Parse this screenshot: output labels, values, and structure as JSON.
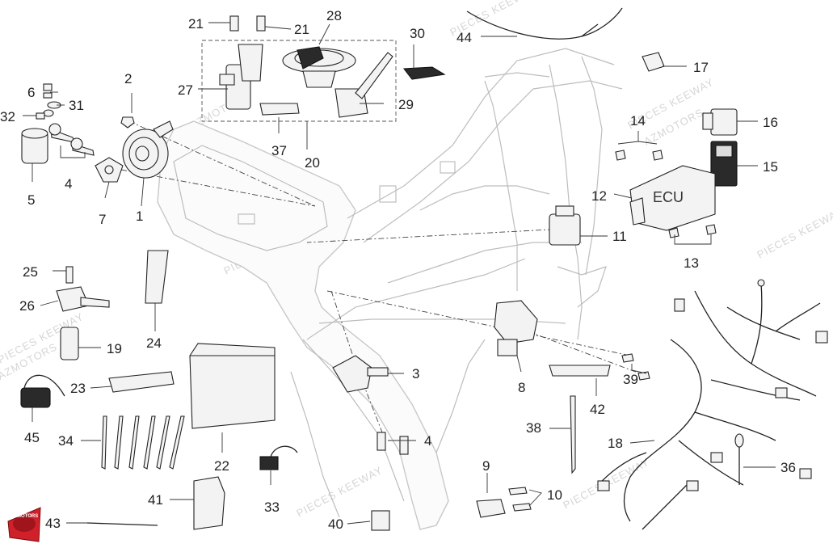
{
  "logo": {
    "text": "AZMOTORS",
    "color": "#d0202a"
  },
  "watermarks": [
    "PIECES KEEWAY",
    "AZMOTORS"
  ],
  "ecu_label": "ECU",
  "callouts": {
    "c1": "1",
    "c2": "2",
    "c3": "3",
    "c4a": "4",
    "c4b": "4",
    "c5": "5",
    "c6": "6",
    "c7": "7",
    "c8": "8",
    "c9": "9",
    "c10": "10",
    "c11": "11",
    "c12": "12",
    "c13": "13",
    "c14": "14",
    "c15": "15",
    "c16": "16",
    "c17": "17",
    "c18": "18",
    "c19": "19",
    "c20": "20",
    "c21a": "21",
    "c21b": "21",
    "c22": "22",
    "c23": "23",
    "c24": "24",
    "c25": "25",
    "c26": "26",
    "c27": "27",
    "c28": "28",
    "c29": "29",
    "c30": "30",
    "c31": "31",
    "c32": "32",
    "c33": "33",
    "c34": "34",
    "c36": "36",
    "c37": "37",
    "c38": "38",
    "c39": "39",
    "c40": "40",
    "c41": "41",
    "c42": "42",
    "c43": "43",
    "c44": "44",
    "c45": "45"
  }
}
